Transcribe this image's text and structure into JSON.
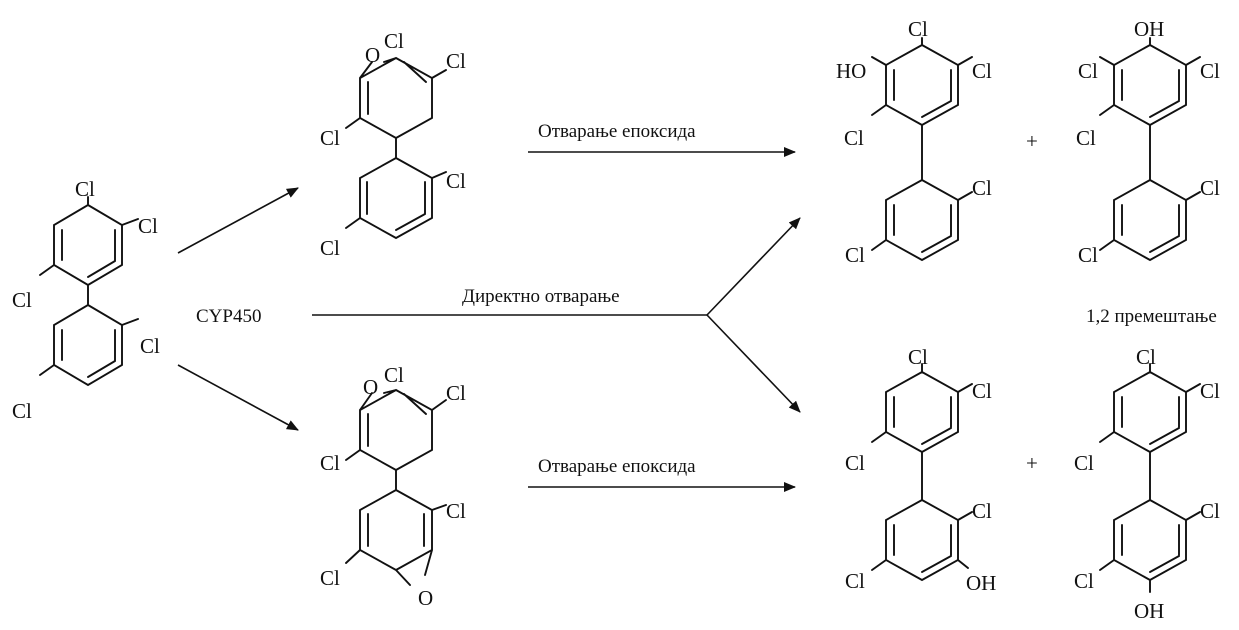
{
  "labels": {
    "cl": "Cl",
    "o": "O",
    "ho": "HO",
    "oh": "OH",
    "plus": "+",
    "cyp": "CYP450",
    "epoxide_opening": "Отварање епоксида",
    "direct_opening": "Директно отварање",
    "rearrangement": "1,2 премештање"
  },
  "colors": {
    "ink": "#111111",
    "background": "#ffffff"
  }
}
